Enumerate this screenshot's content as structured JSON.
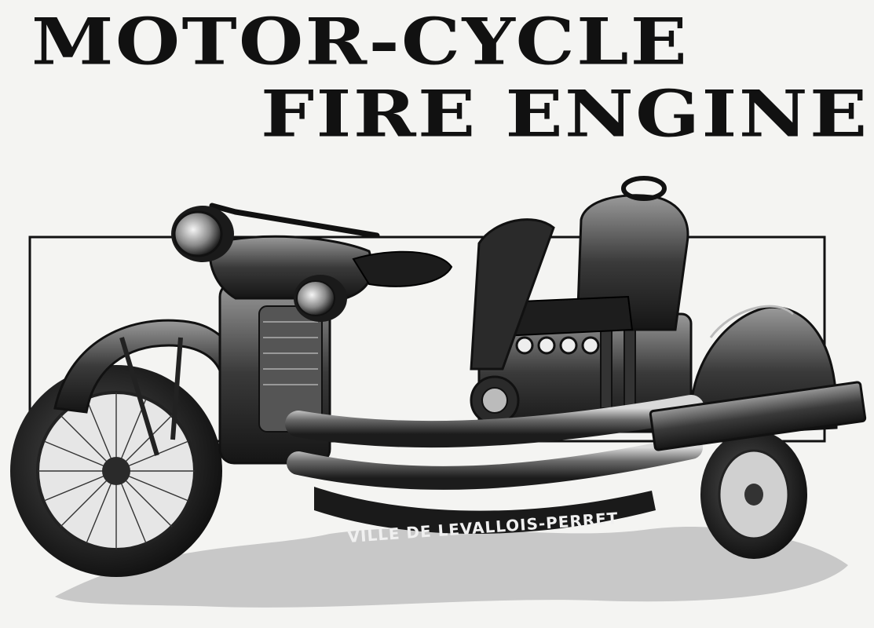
{
  "headline": {
    "line1": "MOTOR-CYCLE",
    "line2": "FIRE ENGINE"
  },
  "illustration": {
    "subject": "motorcycle-with-sidecar-fire-pump",
    "sidecar_lettering": "VILLE DE LEVALLOIS-PERRET"
  },
  "colors": {
    "ink": "#111111",
    "paper": "#f4f4f2",
    "shadow": "#c8c8c8"
  }
}
